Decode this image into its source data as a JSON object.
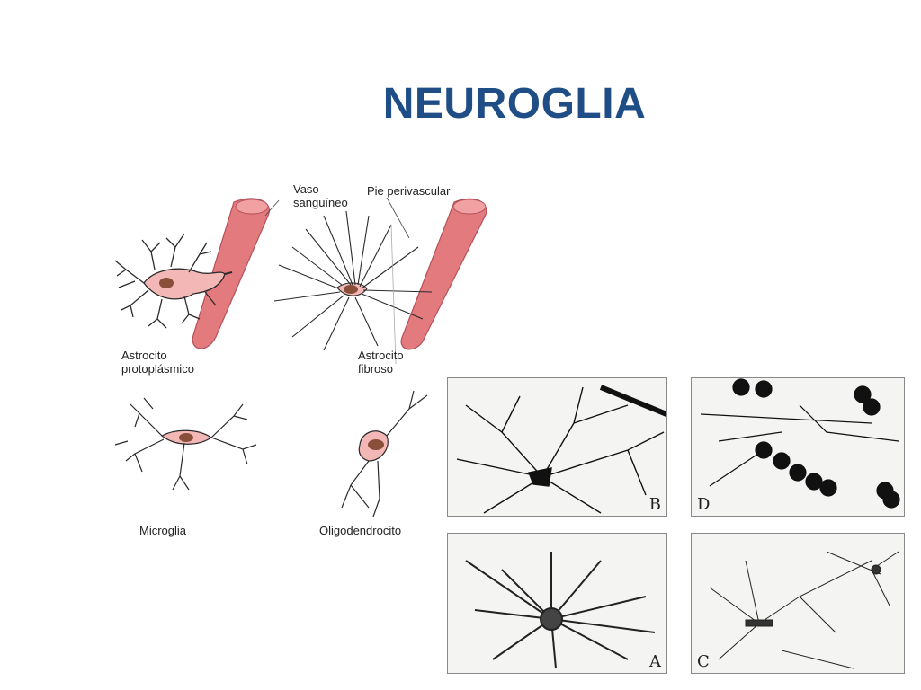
{
  "title": "NEUROGLIA",
  "diagram": {
    "labels": {
      "vaso": "Vaso sanguíneo",
      "pie": "Pie perivascular",
      "astro_proto": "Astrocito protoplásmico",
      "astro_fibro": "Astrocito fibroso",
      "microglia": "Microglia",
      "oligo": "Oligodendrocito"
    },
    "colors": {
      "vessel": "#e27a7e",
      "cell": "#f3b8b6",
      "nucleus": "#8a4f3b",
      "stroke": "#2a2a2a"
    }
  },
  "photos": [
    {
      "label": "B"
    },
    {
      "label": "D"
    },
    {
      "label": "A"
    },
    {
      "label": "C"
    }
  ]
}
